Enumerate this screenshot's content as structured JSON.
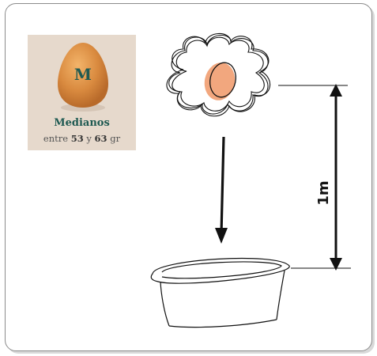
{
  "egg_card": {
    "letter": "M",
    "title": "Medianos",
    "range_prefix": "entre",
    "min_g": "53",
    "connector": "y",
    "max_g": "63",
    "unit": "gr"
  },
  "distance_label": "1m",
  "colors": {
    "card_bg": "#e6d9cc",
    "egg": "#d98a3f",
    "egg_letter": "#1f5a52",
    "yolk": "#f2a77e"
  }
}
